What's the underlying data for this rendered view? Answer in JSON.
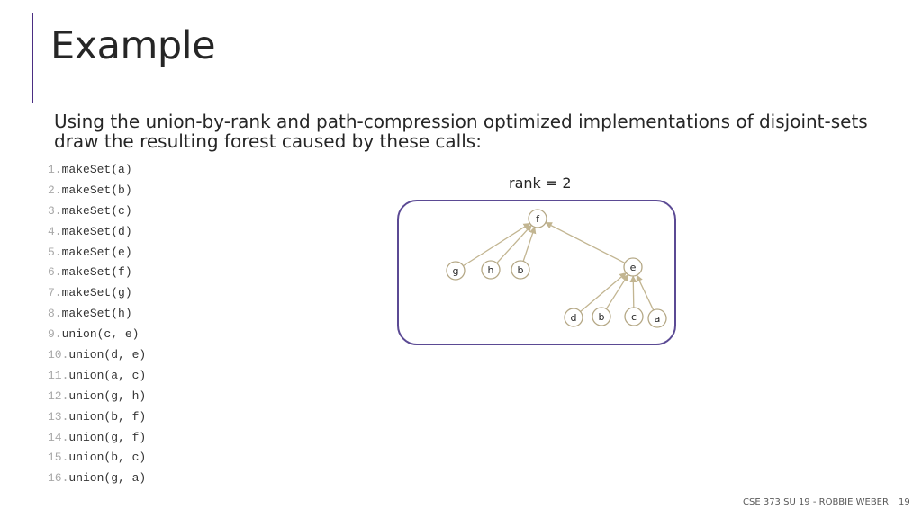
{
  "slide": {
    "title": "Example",
    "intro": "Using the union-by-rank and path-compression optimized implementations of disjoint-sets draw the resulting forest caused by these calls:",
    "code": [
      {
        "num": "1.",
        "text": "makeSet(a)"
      },
      {
        "num": "2.",
        "text": "makeSet(b)"
      },
      {
        "num": "3.",
        "text": "makeSet(c)"
      },
      {
        "num": "4.",
        "text": "makeSet(d)"
      },
      {
        "num": "5.",
        "text": "makeSet(e)"
      },
      {
        "num": "6.",
        "text": "makeSet(f)"
      },
      {
        "num": "7.",
        "text": "makeSet(g)"
      },
      {
        "num": "8.",
        "text": "makeSet(h)"
      },
      {
        "num": "9.",
        "text": "union(c, e)"
      },
      {
        "num": "10.",
        "text": "union(d, e)"
      },
      {
        "num": "11.",
        "text": "union(a, c)"
      },
      {
        "num": "12.",
        "text": "union(g, h)"
      },
      {
        "num": "13.",
        "text": "union(b, f)"
      },
      {
        "num": "14.",
        "text": "union(g, f)"
      },
      {
        "num": "15.",
        "text": "union(b, c)"
      },
      {
        "num": "16.",
        "text": "union(g, a)"
      }
    ],
    "rank_label": "rank = 2",
    "tree": {
      "nodes": [
        {
          "id": "f",
          "label": "f"
        },
        {
          "id": "g",
          "label": "g"
        },
        {
          "id": "h",
          "label": "h"
        },
        {
          "id": "b1",
          "label": "b"
        },
        {
          "id": "e",
          "label": "e"
        },
        {
          "id": "d",
          "label": "d"
        },
        {
          "id": "b2",
          "label": "b"
        },
        {
          "id": "c",
          "label": "c"
        },
        {
          "id": "a",
          "label": "a"
        }
      ],
      "edges": [
        {
          "from": "g",
          "to": "f"
        },
        {
          "from": "h",
          "to": "f"
        },
        {
          "from": "b1",
          "to": "f"
        },
        {
          "from": "e",
          "to": "f"
        },
        {
          "from": "d",
          "to": "e"
        },
        {
          "from": "b2",
          "to": "e"
        },
        {
          "from": "c",
          "to": "e"
        },
        {
          "from": "a",
          "to": "e"
        }
      ]
    },
    "footer": "CSE 373 SU 19 - ROBBIE WEBER",
    "page_number": "19",
    "colors": {
      "accent": "#4b2e83",
      "node_stroke": "#b5a886",
      "edge": "#c2b591"
    }
  }
}
